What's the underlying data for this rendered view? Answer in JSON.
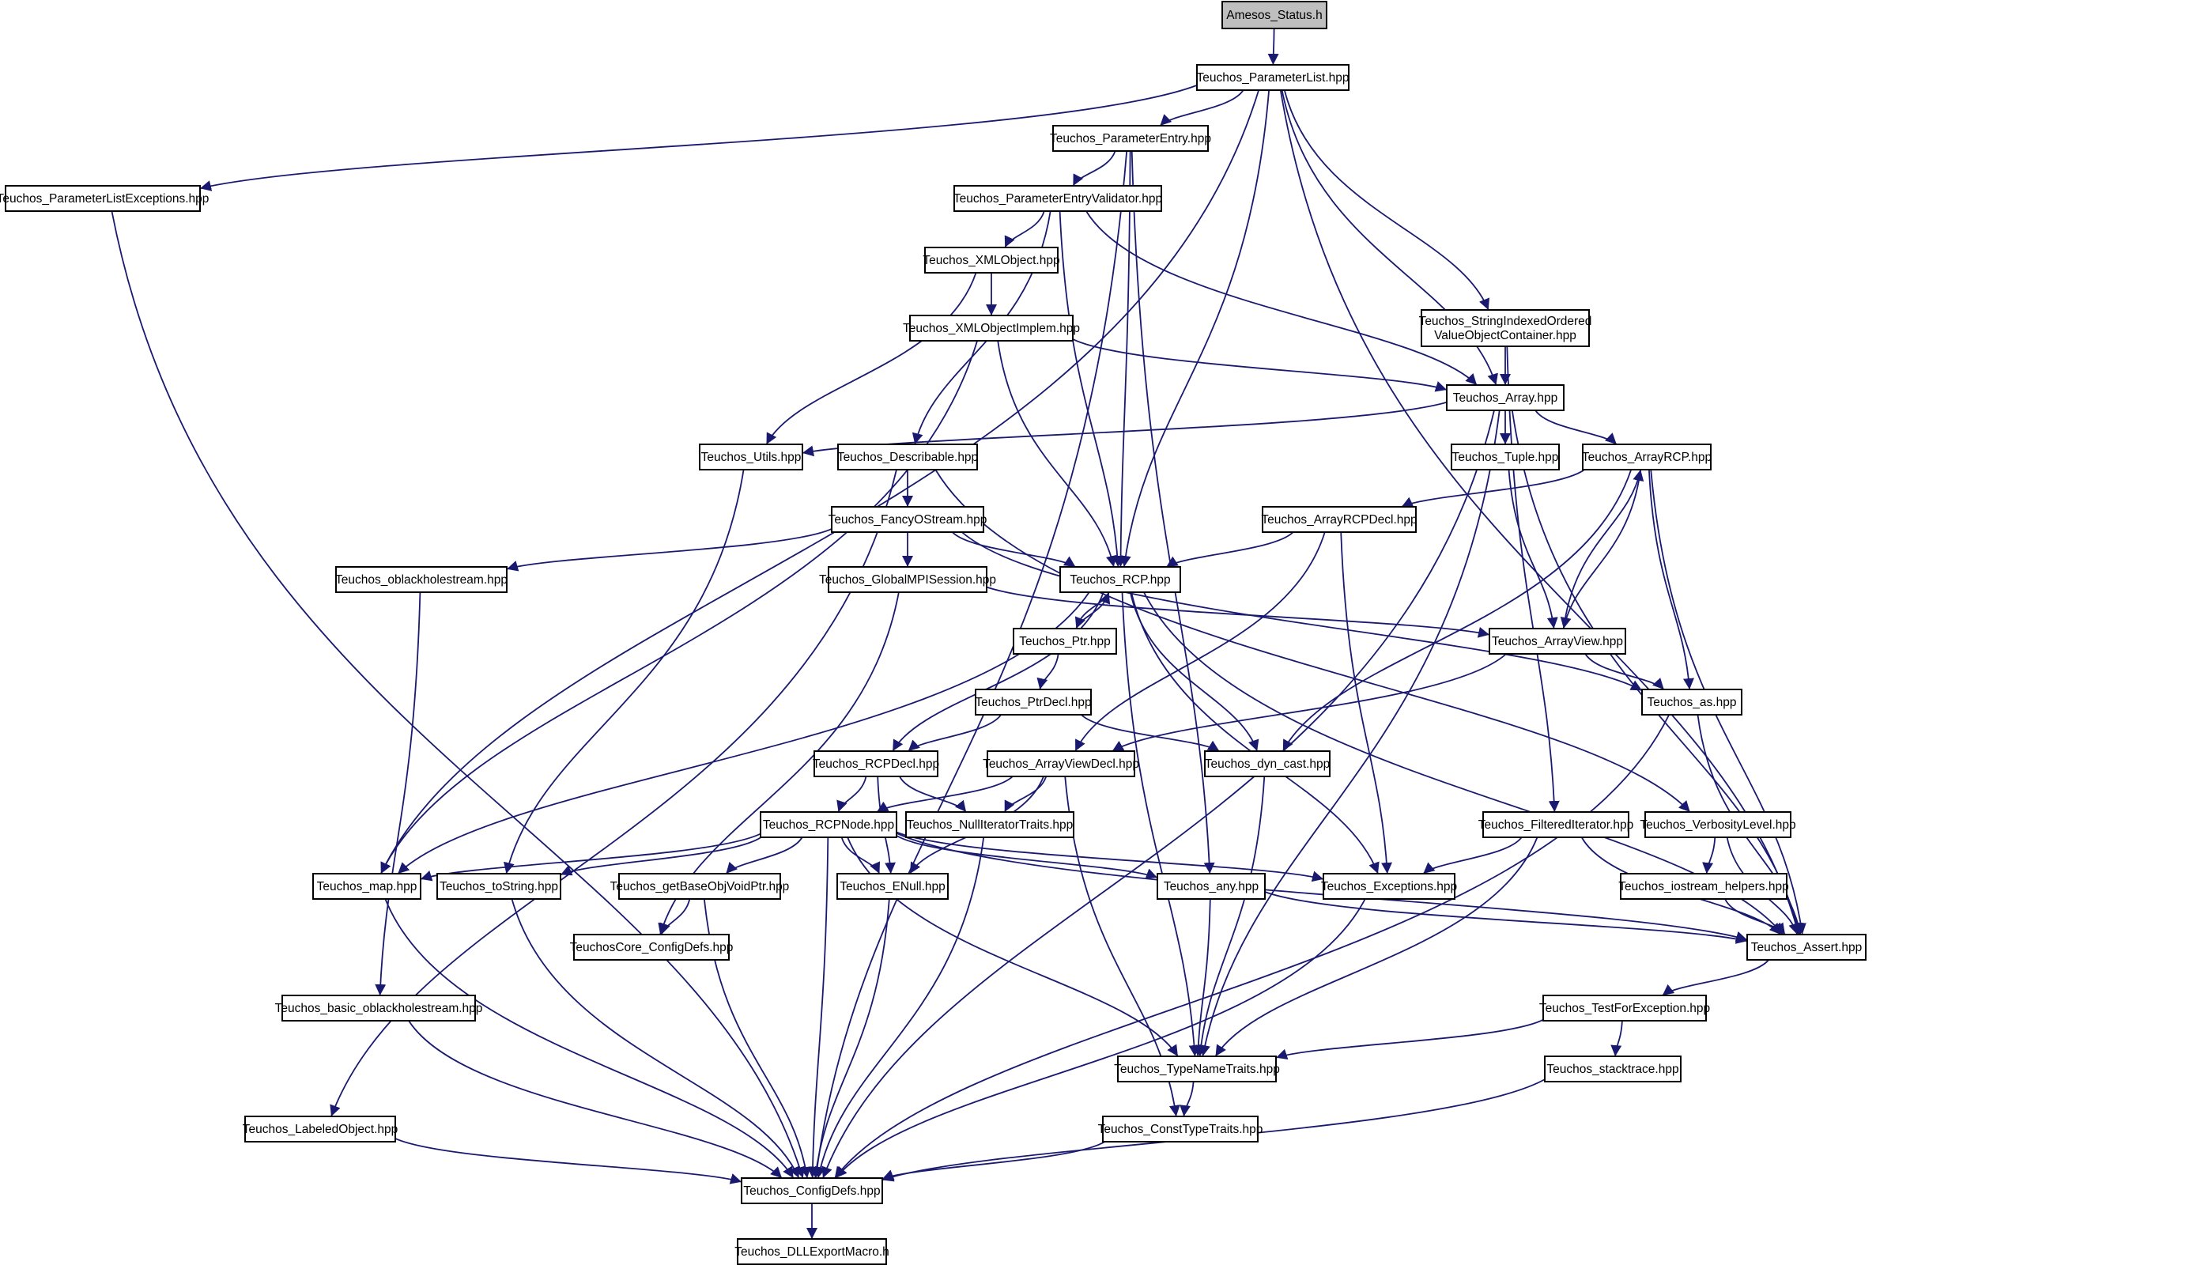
{
  "graph": {
    "root": "Amesos_Status.h",
    "nodes": [
      {
        "id": "amesos_status",
        "label": [
          "Amesos_Status.h"
        ]
      },
      {
        "id": "parameterlist",
        "label": [
          "Teuchos_ParameterList.hpp"
        ]
      },
      {
        "id": "parameterlistexceptions",
        "label": [
          "Teuchos_ParameterListExceptions.hpp"
        ]
      },
      {
        "id": "parameterentry",
        "label": [
          "Teuchos_ParameterEntry.hpp"
        ]
      },
      {
        "id": "parameterentryvalidator",
        "label": [
          "Teuchos_ParameterEntryValidator.hpp"
        ]
      },
      {
        "id": "xmlobject",
        "label": [
          "Teuchos_XMLObject.hpp"
        ]
      },
      {
        "id": "xmlobjectimplem",
        "label": [
          "Teuchos_XMLObjectImplem.hpp"
        ]
      },
      {
        "id": "stringindexed",
        "label": [
          "Teuchos_StringIndexedOrdered",
          "ValueObjectContainer.hpp"
        ]
      },
      {
        "id": "array",
        "label": [
          "Teuchos_Array.hpp"
        ]
      },
      {
        "id": "utils",
        "label": [
          "Teuchos_Utils.hpp"
        ]
      },
      {
        "id": "describable",
        "label": [
          "Teuchos_Describable.hpp"
        ]
      },
      {
        "id": "tuple",
        "label": [
          "Teuchos_Tuple.hpp"
        ]
      },
      {
        "id": "arrayrcp",
        "label": [
          "Teuchos_ArrayRCP.hpp"
        ]
      },
      {
        "id": "fancyostream",
        "label": [
          "Teuchos_FancyOStream.hpp"
        ]
      },
      {
        "id": "arrayrcpdecl",
        "label": [
          "Teuchos_ArrayRCPDecl.hpp"
        ]
      },
      {
        "id": "oblackholestream",
        "label": [
          "Teuchos_oblackholestream.hpp"
        ]
      },
      {
        "id": "globalmpisession",
        "label": [
          "Teuchos_GlobalMPISession.hpp"
        ]
      },
      {
        "id": "rcp",
        "label": [
          "Teuchos_RCP.hpp"
        ]
      },
      {
        "id": "ptr",
        "label": [
          "Teuchos_Ptr.hpp"
        ]
      },
      {
        "id": "arrayview",
        "label": [
          "Teuchos_ArrayView.hpp"
        ]
      },
      {
        "id": "ptrdecl",
        "label": [
          "Teuchos_PtrDecl.hpp"
        ]
      },
      {
        "id": "as",
        "label": [
          "Teuchos_as.hpp"
        ]
      },
      {
        "id": "rcpdecl",
        "label": [
          "Teuchos_RCPDecl.hpp"
        ]
      },
      {
        "id": "arrayviewdecl",
        "label": [
          "Teuchos_ArrayViewDecl.hpp"
        ]
      },
      {
        "id": "dyncast",
        "label": [
          "Teuchos_dyn_cast.hpp"
        ]
      },
      {
        "id": "rcpnode",
        "label": [
          "Teuchos_RCPNode.hpp"
        ]
      },
      {
        "id": "nulliteratortraits",
        "label": [
          "Teuchos_NullIteratorTraits.hpp"
        ]
      },
      {
        "id": "filterediterator",
        "label": [
          "Teuchos_FilteredIterator.hpp"
        ]
      },
      {
        "id": "verbositylevel",
        "label": [
          "Teuchos_VerbosityLevel.hpp"
        ]
      },
      {
        "id": "map",
        "label": [
          "Teuchos_map.hpp"
        ]
      },
      {
        "id": "tostring",
        "label": [
          "Teuchos_toString.hpp"
        ]
      },
      {
        "id": "getbaseobjvoidptr",
        "label": [
          "Teuchos_getBaseObjVoidPtr.hpp"
        ]
      },
      {
        "id": "enull",
        "label": [
          "Teuchos_ENull.hpp"
        ]
      },
      {
        "id": "any",
        "label": [
          "Teuchos_any.hpp"
        ]
      },
      {
        "id": "exceptions",
        "label": [
          "Teuchos_Exceptions.hpp"
        ]
      },
      {
        "id": "iostreamhelpers",
        "label": [
          "Teuchos_iostream_helpers.hpp"
        ]
      },
      {
        "id": "coreconfigdefs",
        "label": [
          "TeuchosCore_ConfigDefs.hpp"
        ]
      },
      {
        "id": "assert",
        "label": [
          "Teuchos_Assert.hpp"
        ]
      },
      {
        "id": "basicoblackhole",
        "label": [
          "Teuchos_basic_oblackholestream.hpp"
        ]
      },
      {
        "id": "testforexception",
        "label": [
          "Teuchos_TestForException.hpp"
        ]
      },
      {
        "id": "typenametraits",
        "label": [
          "Teuchos_TypeNameTraits.hpp"
        ]
      },
      {
        "id": "stacktrace",
        "label": [
          "Teuchos_stacktrace.hpp"
        ]
      },
      {
        "id": "labeledobject",
        "label": [
          "Teuchos_LabeledObject.hpp"
        ]
      },
      {
        "id": "consttypetraits",
        "label": [
          "Teuchos_ConstTypeTraits.hpp"
        ]
      },
      {
        "id": "configdefs",
        "label": [
          "Teuchos_ConfigDefs.hpp"
        ]
      },
      {
        "id": "dllexport",
        "label": [
          "Teuchos_DLLExportMacro.h"
        ]
      }
    ],
    "edges": [
      [
        "amesos_status",
        "parameterlist"
      ],
      [
        "parameterlist",
        "parameterlistexceptions"
      ],
      [
        "parameterlist",
        "map"
      ],
      [
        "parameterlist",
        "parameterentry"
      ],
      [
        "parameterlist",
        "rcp"
      ],
      [
        "parameterlist",
        "array"
      ],
      [
        "parameterlist",
        "stringindexed"
      ],
      [
        "parameterlist",
        "assert"
      ],
      [
        "parameterlistexceptions",
        "configdefs"
      ],
      [
        "parameterentry",
        "configdefs"
      ],
      [
        "parameterentry",
        "parameterentryvalidator"
      ],
      [
        "parameterentry",
        "rcp"
      ],
      [
        "parameterentry",
        "any"
      ],
      [
        "parameterentryvalidator",
        "describable"
      ],
      [
        "parameterentryvalidator",
        "xmlobject"
      ],
      [
        "parameterentryvalidator",
        "rcp"
      ],
      [
        "parameterentryvalidator",
        "array"
      ],
      [
        "xmlobject",
        "xmlobjectimplem"
      ],
      [
        "xmlobject",
        "utils"
      ],
      [
        "xmlobjectimplem",
        "map"
      ],
      [
        "xmlobjectimplem",
        "rcp"
      ],
      [
        "xmlobjectimplem",
        "array"
      ],
      [
        "stringindexed",
        "array"
      ],
      [
        "stringindexed",
        "filterediterator"
      ],
      [
        "array",
        "utils"
      ],
      [
        "array",
        "tuple"
      ],
      [
        "array",
        "arrayrcp"
      ],
      [
        "array",
        "typenametraits"
      ],
      [
        "array",
        "assert"
      ],
      [
        "array",
        "configdefs"
      ],
      [
        "utils",
        "tostring"
      ],
      [
        "describable",
        "labeledobject"
      ],
      [
        "describable",
        "fancyostream"
      ],
      [
        "describable",
        "verbositylevel"
      ],
      [
        "tuple",
        "arrayview"
      ],
      [
        "arrayrcp",
        "arrayrcpdecl"
      ],
      [
        "arrayrcp",
        "arrayview"
      ],
      [
        "arrayrcp",
        "as"
      ],
      [
        "arrayrcp",
        "dyncast"
      ],
      [
        "arrayrcp",
        "assert"
      ],
      [
        "fancyostream",
        "oblackholestream"
      ],
      [
        "fancyostream",
        "globalmpisession"
      ],
      [
        "fancyostream",
        "rcp"
      ],
      [
        "fancyostream",
        "as"
      ],
      [
        "arrayrcpdecl",
        "rcp"
      ],
      [
        "arrayrcpdecl",
        "arrayviewdecl"
      ],
      [
        "arrayrcpdecl",
        "exceptions"
      ],
      [
        "oblackholestream",
        "basicoblackhole"
      ],
      [
        "globalmpisession",
        "arrayview"
      ],
      [
        "globalmpisession",
        "coreconfigdefs"
      ],
      [
        "rcp",
        "ptr"
      ],
      [
        "rcp",
        "rcpdecl"
      ],
      [
        "rcp",
        "map"
      ],
      [
        "rcp",
        "dyncast"
      ],
      [
        "rcp",
        "exceptions"
      ],
      [
        "rcp",
        "typenametraits"
      ],
      [
        "rcp",
        "assert"
      ],
      [
        "ptr",
        "rcp"
      ],
      [
        "ptr",
        "ptrdecl"
      ],
      [
        "arrayview",
        "arrayrcp"
      ],
      [
        "arrayview",
        "as"
      ],
      [
        "arrayview",
        "arrayviewdecl"
      ],
      [
        "ptrdecl",
        "rcpdecl"
      ],
      [
        "ptrdecl",
        "dyncast"
      ],
      [
        "as",
        "assert"
      ],
      [
        "as",
        "configdefs"
      ],
      [
        "rcpdecl",
        "rcpnode"
      ],
      [
        "rcpdecl",
        "nulliteratortraits"
      ],
      [
        "rcpdecl",
        "enull"
      ],
      [
        "arrayviewdecl",
        "rcpnode"
      ],
      [
        "arrayviewdecl",
        "nulliteratortraits"
      ],
      [
        "arrayviewdecl",
        "enull"
      ],
      [
        "arrayviewdecl",
        "consttypetraits"
      ],
      [
        "dyncast",
        "typenametraits"
      ],
      [
        "rcpnode",
        "map"
      ],
      [
        "rcpnode",
        "tostring"
      ],
      [
        "rcpnode",
        "getbaseobjvoidptr"
      ],
      [
        "rcpnode",
        "enull"
      ],
      [
        "rcpnode",
        "any"
      ],
      [
        "rcpnode",
        "exceptions"
      ],
      [
        "rcpnode",
        "assert"
      ],
      [
        "rcpnode",
        "typenametraits"
      ],
      [
        "rcpnode",
        "configdefs"
      ],
      [
        "nulliteratortraits",
        "configdefs"
      ],
      [
        "filterediterator",
        "exceptions"
      ],
      [
        "filterediterator",
        "assert"
      ],
      [
        "filterediterator",
        "typenametraits"
      ],
      [
        "verbositylevel",
        "iostreamhelpers"
      ],
      [
        "verbositylevel",
        "assert"
      ],
      [
        "map",
        "configdefs"
      ],
      [
        "tostring",
        "configdefs"
      ],
      [
        "getbaseobjvoidptr",
        "coreconfigdefs"
      ],
      [
        "getbaseobjvoidptr",
        "configdefs"
      ],
      [
        "enull",
        "configdefs"
      ],
      [
        "any",
        "assert"
      ],
      [
        "any",
        "typenametraits"
      ],
      [
        "exceptions",
        "configdefs"
      ],
      [
        "iostreamhelpers",
        "assert"
      ],
      [
        "assert",
        "testforexception"
      ],
      [
        "basicoblackhole",
        "configdefs"
      ],
      [
        "testforexception",
        "typenametraits"
      ],
      [
        "testforexception",
        "stacktrace"
      ],
      [
        "typenametraits",
        "consttypetraits"
      ],
      [
        "stacktrace",
        "configdefs"
      ],
      [
        "labeledobject",
        "configdefs"
      ],
      [
        "consttypetraits",
        "configdefs"
      ],
      [
        "configdefs",
        "dllexport"
      ]
    ]
  },
  "colors": {
    "edge": "#191970",
    "root_fill": "#bfbfbf",
    "node_fill": "#ffffff",
    "border": "#000000"
  }
}
